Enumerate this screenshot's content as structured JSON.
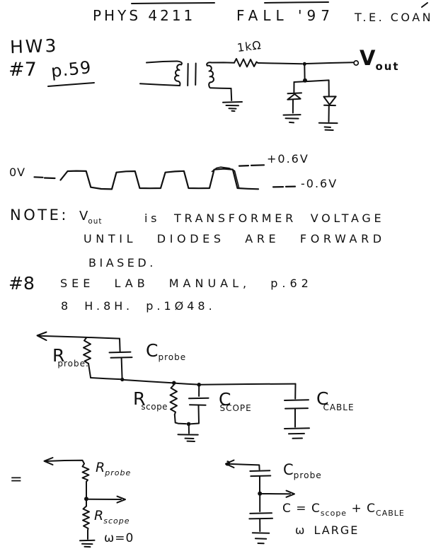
{
  "header": {
    "course": "PHYS 4211",
    "term": "FALL '97",
    "instructor": "T.E. COAN"
  },
  "assignment": {
    "hw_label": "HW3",
    "problem7_number": "#7",
    "problem7_page_ref": "p.59"
  },
  "clipper_circuit": {
    "resistor_value": "1kΩ",
    "output_base": "V",
    "output_sub": "out"
  },
  "waveform": {
    "baseline_label": "0V",
    "positive_level": "+0.6V",
    "negative_level": "-0.6V"
  },
  "note": {
    "heading": "NOTE:",
    "v_base": "V",
    "v_sub": "out",
    "line1_rest": "is TRANSFORMER VOLTAGE",
    "line2": "UNTIL DIODES ARE FORWARD",
    "line3": "BIASED."
  },
  "problem8": {
    "number": "#8",
    "line1": "SEE LAB MANUAL, p.62",
    "line2": "8 H.8H. p.1Ø48."
  },
  "probe_circuit": {
    "r_probe_base": "R",
    "r_probe_sub": "probe.",
    "c_probe_base": "C",
    "c_probe_sub": "probe",
    "r_scope_base": "R",
    "r_scope_sub": "scope",
    "c_scope_base": "C",
    "c_scope_sub": "SCOPE",
    "c_cable_base": "C",
    "c_cable_sub": "CABLE"
  },
  "equivalent_low_freq": {
    "equals_sign": "=",
    "r_probe_base": "R",
    "r_probe_sub": "probe",
    "r_scope_base": "R",
    "r_scope_sub": "scope",
    "condition": "ω=0"
  },
  "equivalent_high_freq": {
    "c_probe_base": "C",
    "c_probe_sub": "probe",
    "formula_lhs": "C",
    "formula_eq": "=",
    "formula_c1": "C",
    "formula_c1_sub": "scope",
    "formula_plus": "+",
    "formula_c2": "C",
    "formula_c2_sub": "CABLE",
    "condition": "ω LARGE"
  },
  "ink_color": "#101010",
  "paper_color": "#ffffff"
}
